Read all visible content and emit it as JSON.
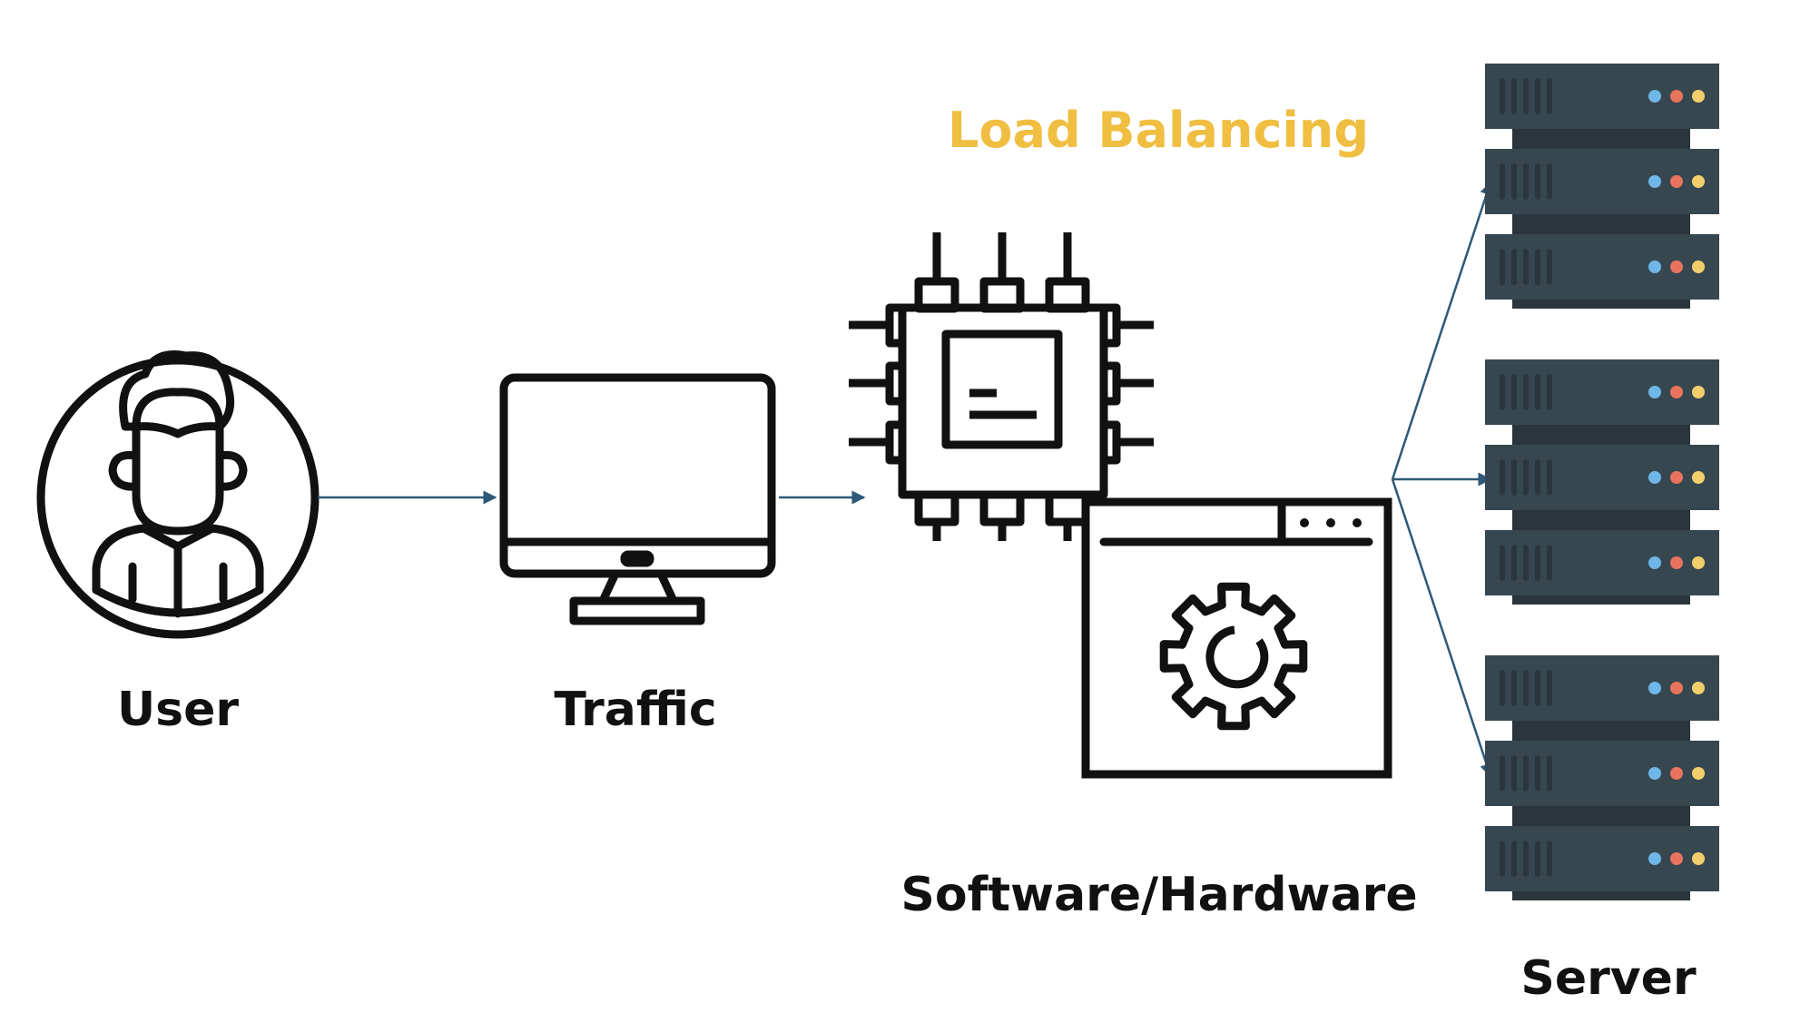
{
  "title": "Load Balancing",
  "labels": {
    "user": "User",
    "traffic": "Traffic",
    "load_balancer": "Software/Hardware",
    "server": "Server"
  },
  "colors": {
    "title": "#F0BE41",
    "stroke": "#111111",
    "arrow": "#2E5877",
    "server_body": "#37474F",
    "server_gap": "#2A363C",
    "led_blue": "#6FB7E9",
    "led_red": "#E8745E",
    "led_yellow": "#F2CE6D"
  },
  "icons": [
    "user-icon",
    "monitor-icon",
    "chip-icon",
    "settings-window-icon",
    "server-rack-icon"
  ]
}
